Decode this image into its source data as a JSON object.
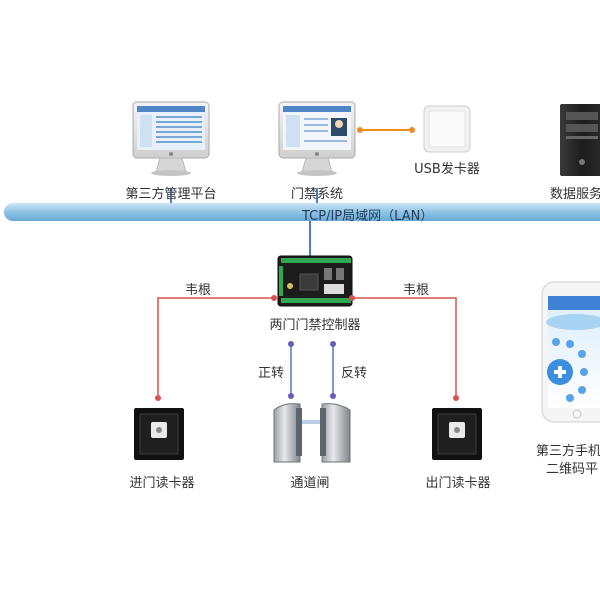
{
  "labels": {
    "mgmt_platform": "第三方管理平台",
    "access_system": "门禁系统",
    "usb_reader": "USB发卡器",
    "db_server": "数据服务",
    "lan": "TCP/IP局域网（LAN）",
    "wiegand_left": "韦根",
    "wiegand_right": "韦根",
    "controller": "两门门禁控制器",
    "forward": "正转",
    "reverse": "反转",
    "entry_reader": "进门读卡器",
    "turnstile": "通道闸",
    "exit_reader": "出门读卡器",
    "mobile_line1": "第三方手机",
    "mobile_line2": "二维码平"
  },
  "colors": {
    "lan_bar": "#8fc3e6",
    "orange_link": "#f08a24",
    "red_link": "#d9534f",
    "blue_link": "#4a7fc1",
    "purple_dot": "#6a5bb5"
  }
}
